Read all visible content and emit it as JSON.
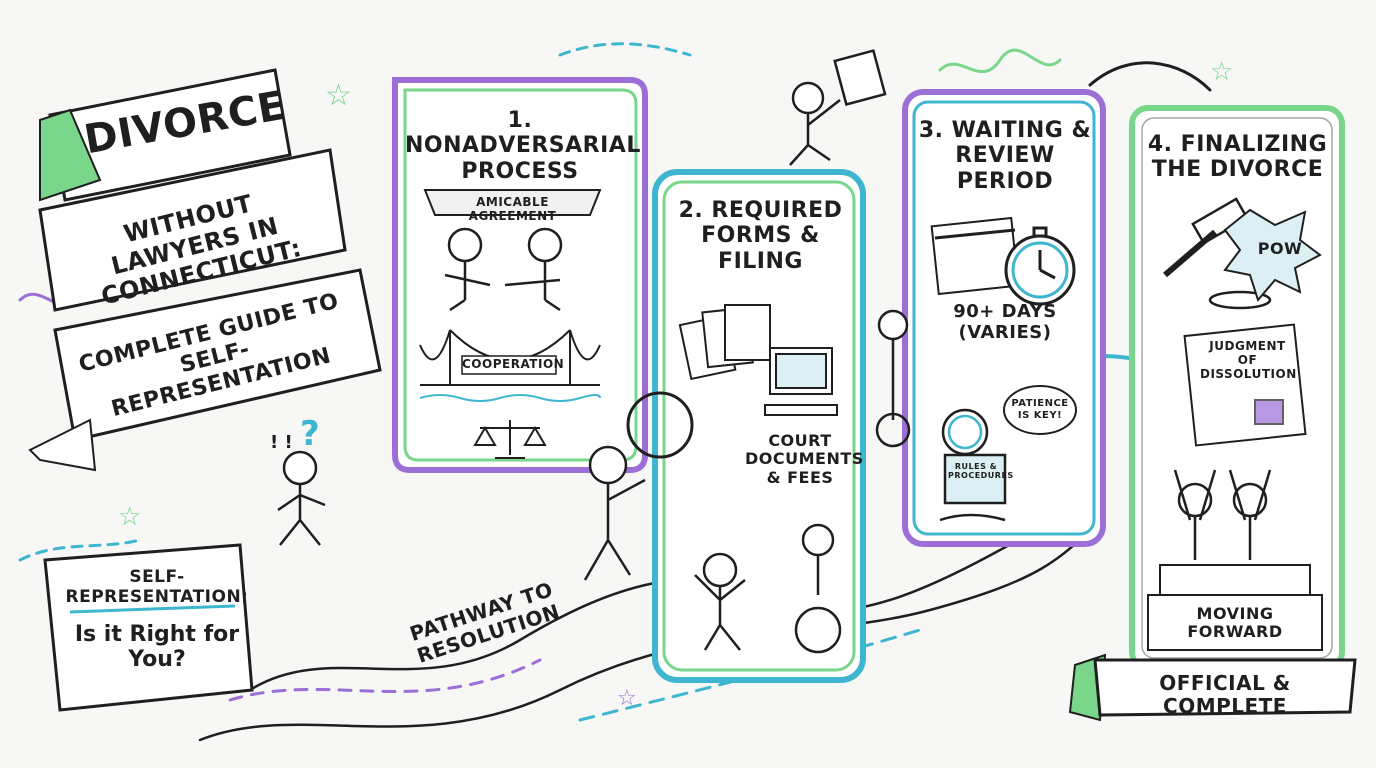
{
  "title": {
    "main": "DIVORCE",
    "line2": "WITHOUT LAWYERS IN CONNECTICUT:",
    "line3": "COMPLETE GUIDE TO SELF-REPRESENTATION"
  },
  "self_representation": {
    "title": "SELF-REPRESENTATION:",
    "question": "Is it Right for You?"
  },
  "pathway_label": "PATHWAY TO RESOLUTION",
  "steps": [
    {
      "title": "1. NONADVERSARIAL PROCESS",
      "labels": [
        "AMICABLE AGREEMENT",
        "COOPERATION"
      ]
    },
    {
      "title": "2. REQUIRED FORMS & FILING",
      "labels": [
        "COURT DOCUMENTS & FEES"
      ]
    },
    {
      "title": "3. WAITING & REVIEW PERIOD",
      "labels": [
        "90+ DAYS (VARIES)",
        "PATIENCE IS KEY!",
        "RULES & PROCEDURES"
      ]
    },
    {
      "title": "4. FINALIZING THE DIVORCE",
      "labels": [
        "POW",
        "JUDGMENT OF DISSOLUTION",
        "MOVING FORWARD",
        "OFFICIAL & COMPLETE"
      ]
    }
  ],
  "colors": {
    "purple": "#9b6fd6",
    "teal": "#3fb6cf",
    "green": "#7ad68a",
    "ink": "#1f1f1f"
  }
}
